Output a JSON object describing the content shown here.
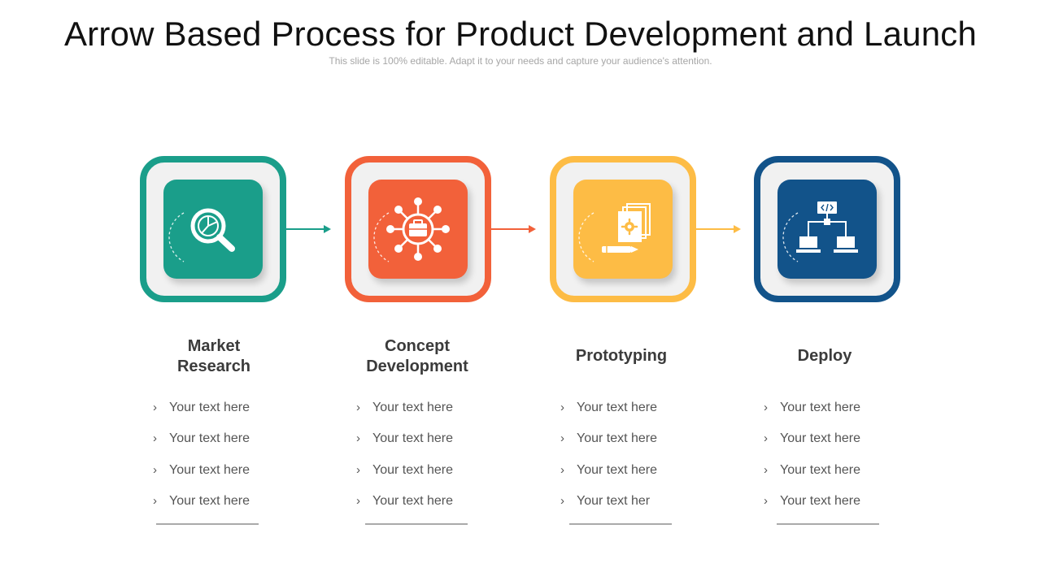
{
  "title": "Arrow Based Process for Product Development and Launch",
  "subtitle": "This slide is 100% editable. Adapt it to your needs and capture your audience's attention.",
  "colors": {
    "teal": "#1a9e8a",
    "orange": "#f2613a",
    "yellow": "#fdbc45",
    "navy": "#12538a",
    "frame_fill": "#f1f1f1"
  },
  "steps": [
    {
      "label_line1": "Market",
      "label_line2": "Research",
      "icon": "magnifier-pie-chart-icon",
      "color": "#1a9e8a",
      "bullets": [
        "Your text here",
        "Your text here",
        "Your text here",
        "Your text here"
      ]
    },
    {
      "label_line1": "Concept",
      "label_line2": "Development",
      "icon": "briefcase-network-icon",
      "color": "#f2613a",
      "bullets": [
        "Your text here",
        "Your text here",
        "Your text here",
        "Your text here"
      ]
    },
    {
      "label_line1": "Prototyping",
      "label_line2": "",
      "icon": "documents-gear-pencil-icon",
      "color": "#fdbc45",
      "bullets": [
        "Your text here",
        "Your text here",
        "Your text here",
        "Your text her"
      ]
    },
    {
      "label_line1": "Deploy",
      "label_line2": "",
      "icon": "code-network-laptops-icon",
      "color": "#12538a",
      "bullets": [
        "Your text here",
        "Your text here",
        "Your text here",
        "Your text here"
      ]
    }
  ],
  "bullet_marker": "›"
}
